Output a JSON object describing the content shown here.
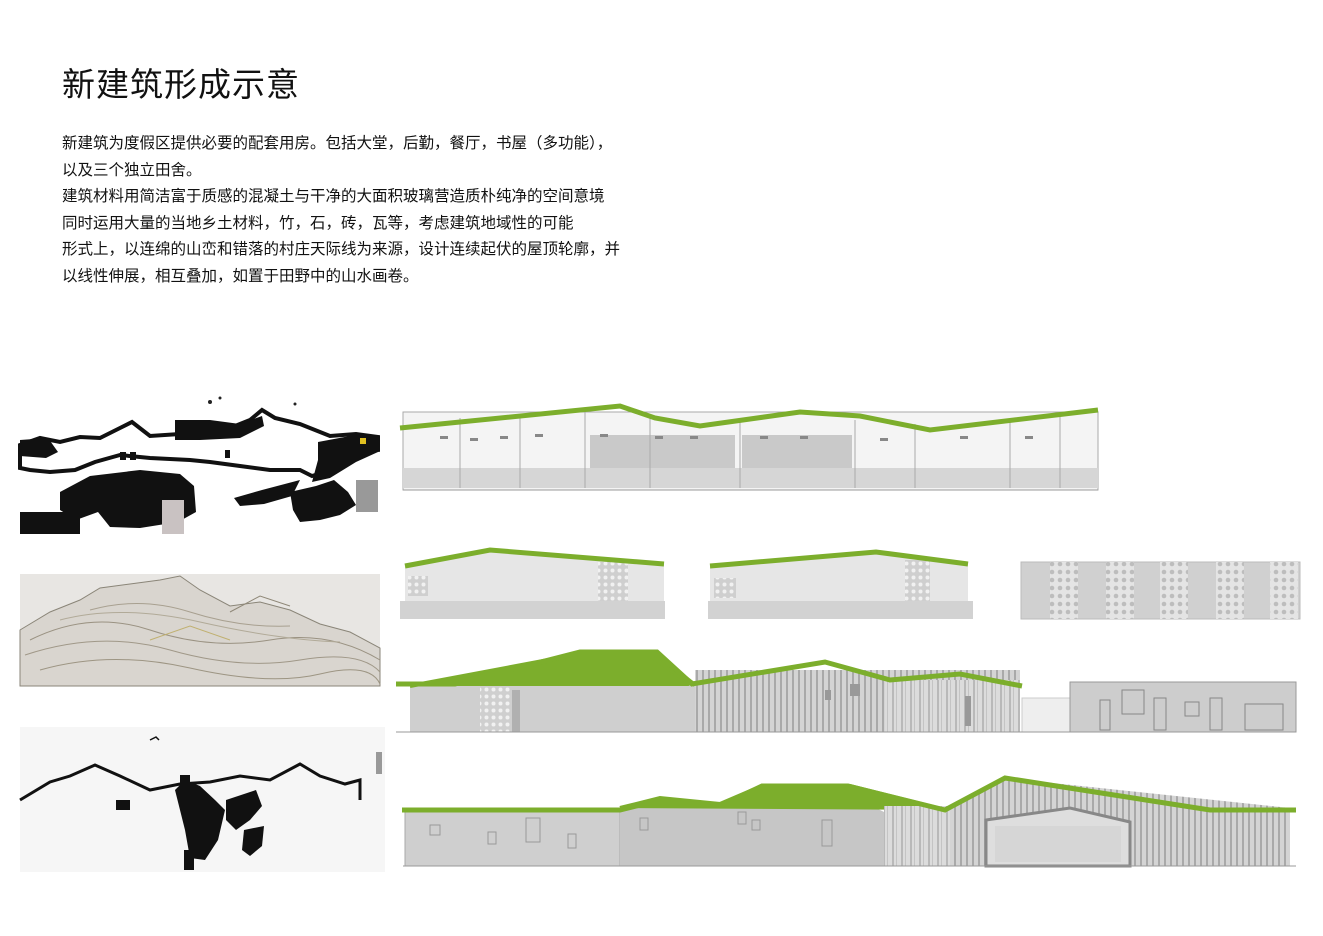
{
  "page": {
    "title": "新建筑形成示意",
    "description": [
      "新建筑为度假区提供必要的配套用房。包括大堂，后勤，餐厅，书屋（多功能），",
      "以及三个独立田舍。",
      "建筑材料用简洁富于质感的混凝土与干净的大面积玻璃营造质朴纯净的空间意境",
      "同时运用大量的当地乡土材料，竹，石，砖，瓦等，考虑建筑地域性的可能",
      "形式上，以连绵的山峦和错落的村庄天际线为来源，设计连续起伏的屋顶轮廓，并",
      "以线性伸展，相互叠加，如置于田野中的山水画卷。"
    ]
  },
  "colors": {
    "roof_green": "#7cae2c",
    "wall_gray": "#c8c8c8",
    "wall_light": "#e9e9e9",
    "ink_black": "#111111"
  }
}
